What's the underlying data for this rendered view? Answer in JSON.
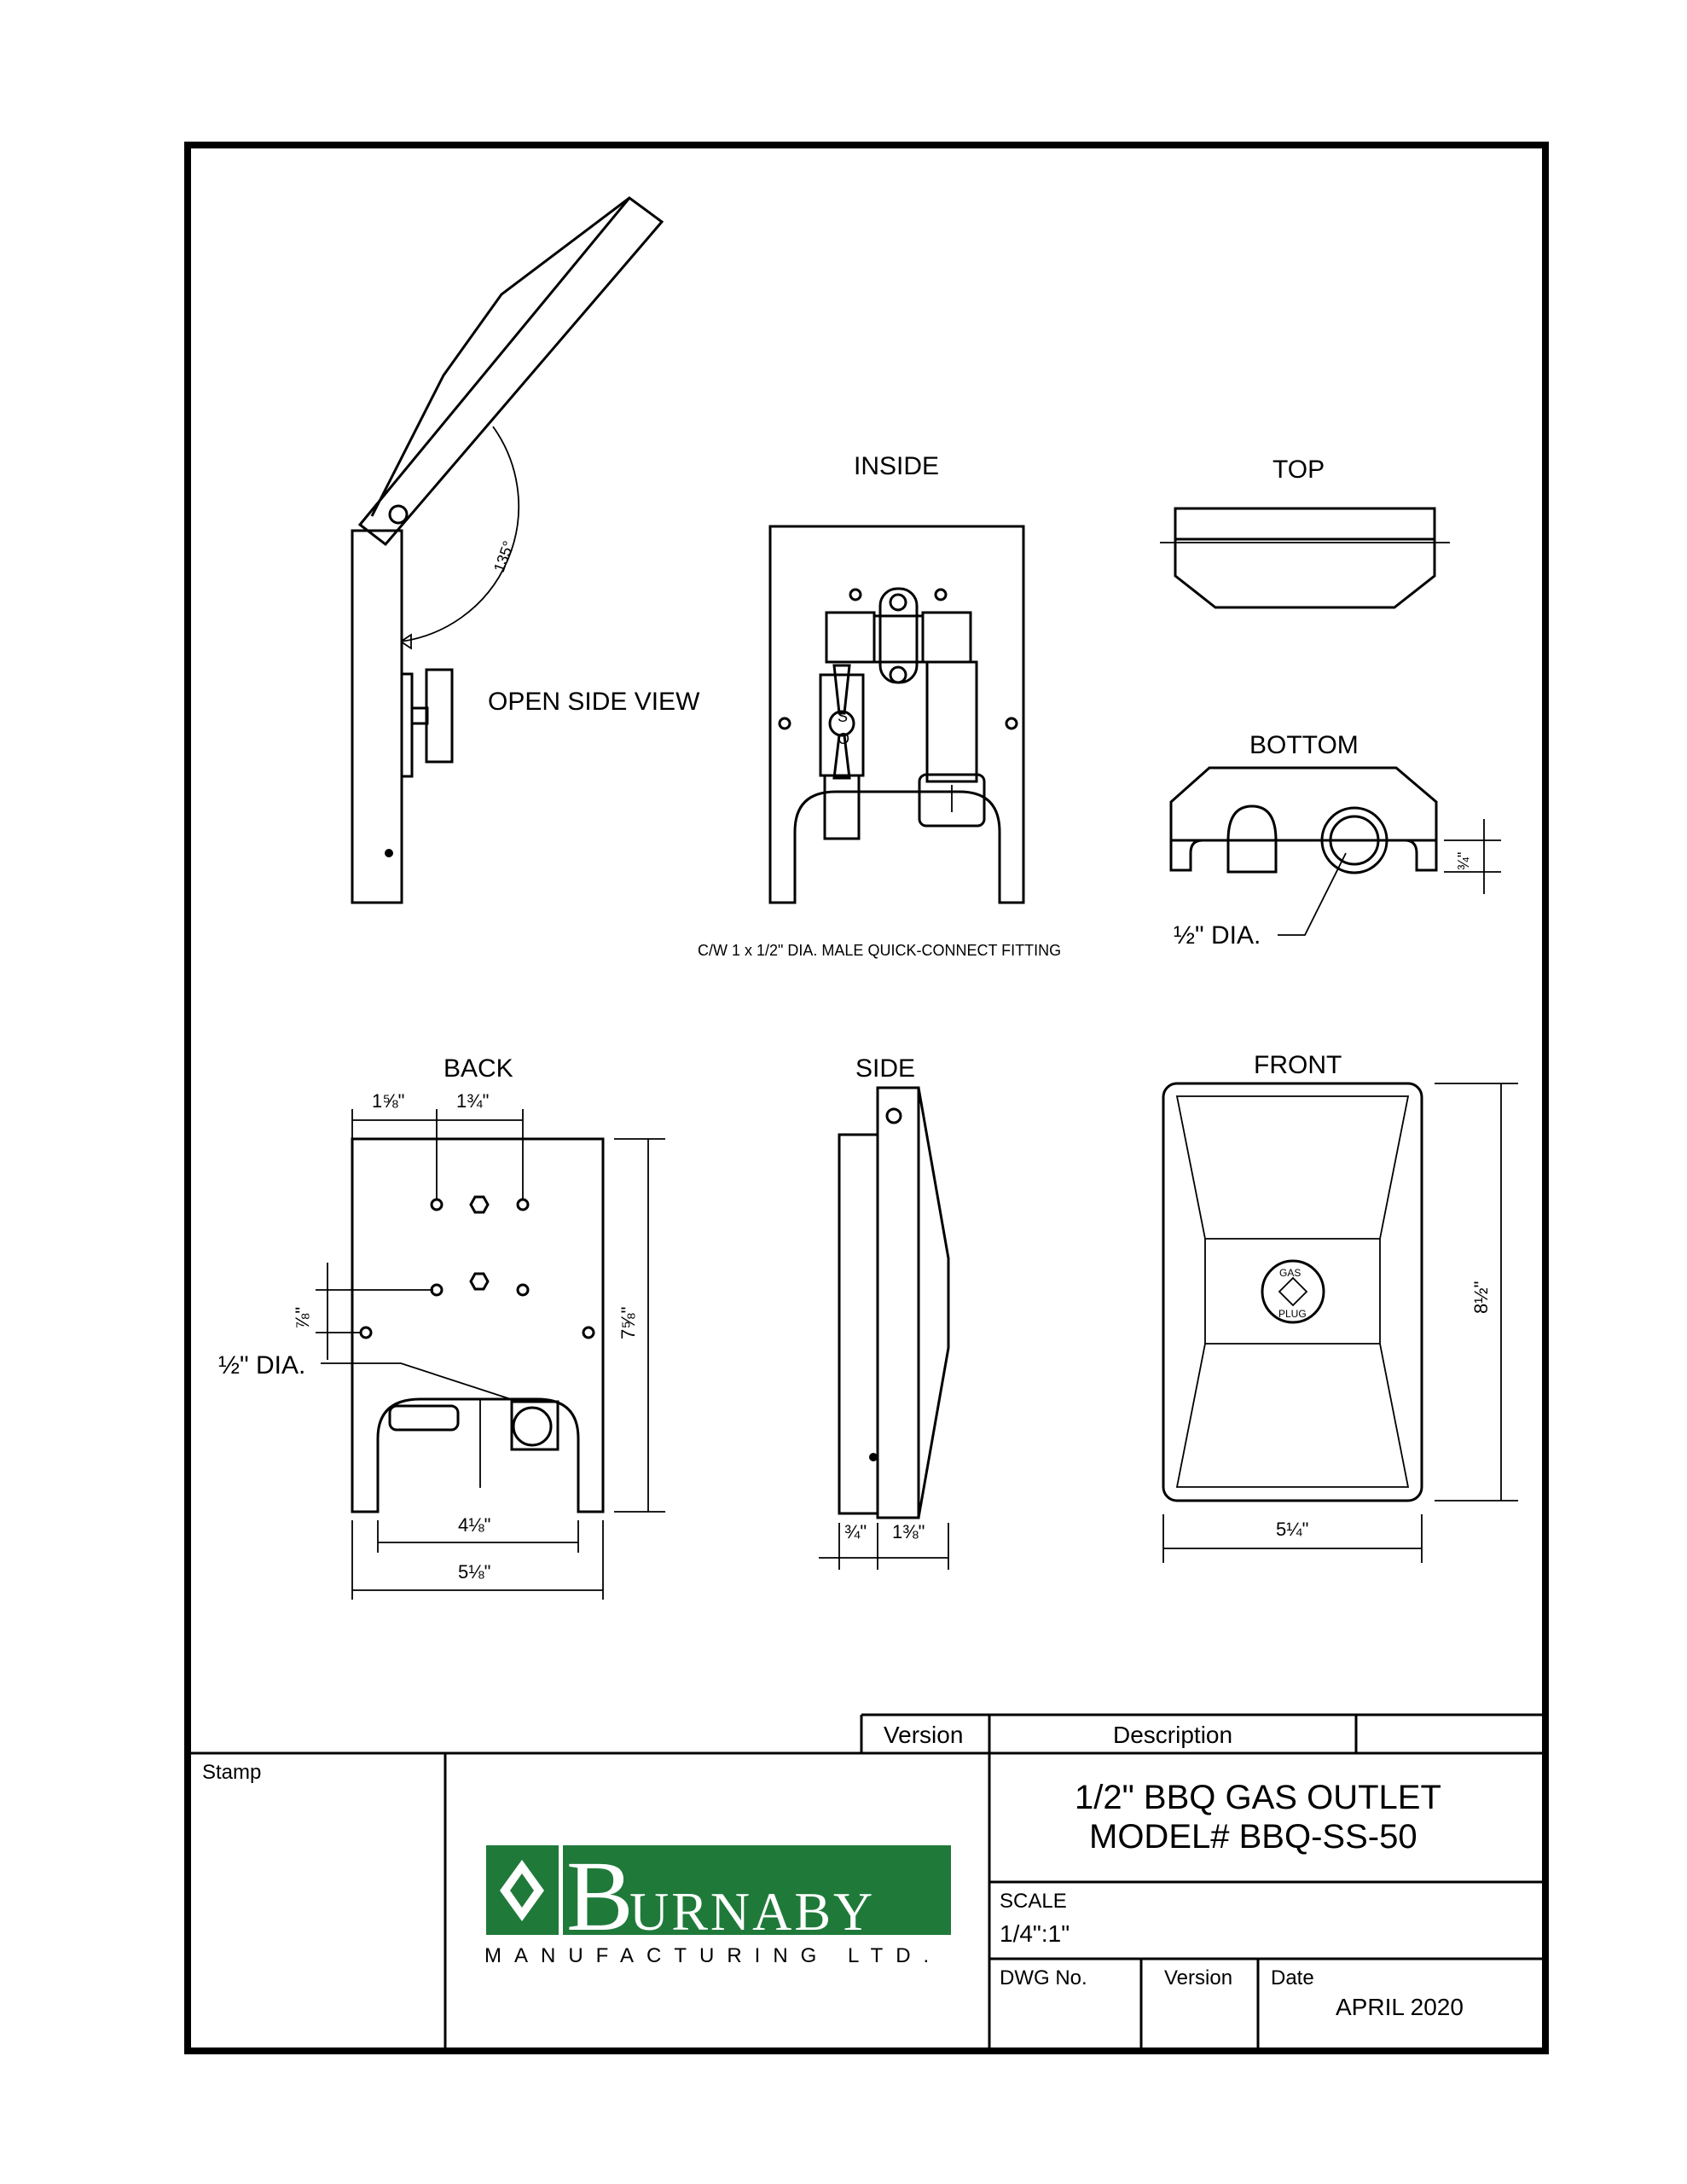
{
  "views": {
    "open_side_view": "OPEN SIDE VIEW",
    "angle": "135°",
    "inside": "INSIDE",
    "top": "TOP",
    "bottom": "BOTTOM",
    "back": "BACK",
    "side": "SIDE",
    "front": "FRONT"
  },
  "inside_note": "C/W 1 x 1/2\" DIA. MALE QUICK-CONNECT FITTING",
  "valve_marks": [
    "O",
    "S"
  ],
  "bottom_dims": {
    "three_quarter": "¾\"",
    "half_dia": "½\" DIA."
  },
  "back_dims": {
    "one_five_eighths": "1⅝\"",
    "one_three_quarter": "1¾\"",
    "seven_eighths": "⅞\"",
    "seven_five_eighths": "7⅝\"",
    "half_dia": "½\" DIA.",
    "four_one_eighth": "4⅛\"",
    "five_one_eighth": "5⅛\""
  },
  "side_dims": {
    "three_quarter": "¾\"",
    "one_three_eighths": "1⅜\""
  },
  "front_dims": {
    "eight_half": "8½\"",
    "five_quarter": "5¼\""
  },
  "plug_text": [
    "GAS",
    "PLUG"
  ],
  "title_block": {
    "version_header": "Version",
    "description_header": "Description",
    "stamp_label": "Stamp",
    "logo_name": "URNABY",
    "logo_initial": "B",
    "logo_sub": "MANUFACTURING LTD.",
    "title_line1": "1/2\" BBQ GAS OUTLET",
    "title_line2": "MODEL# BBQ-SS-50",
    "scale_label": "SCALE",
    "scale_value": "1/4\":1\"",
    "dwg_label": "DWG No.",
    "version_label": "Version",
    "date_label": "Date",
    "date_value": "APRIL 2020"
  },
  "colors": {
    "line": "#000000",
    "logo_green": "#1f7a3a",
    "paper": "#ffffff"
  }
}
